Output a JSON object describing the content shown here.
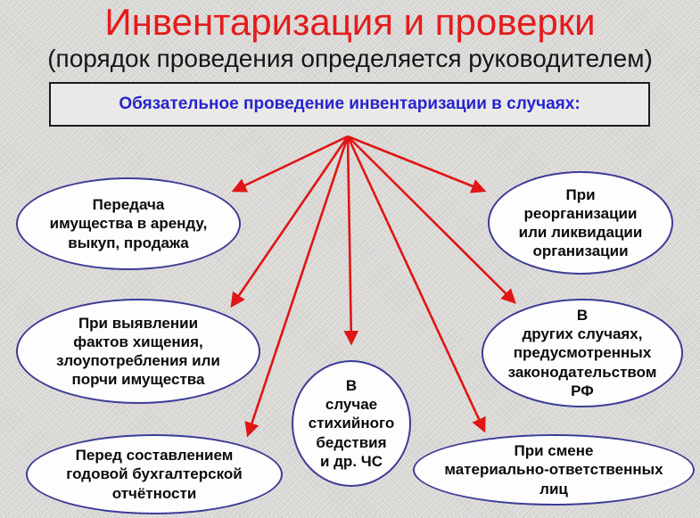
{
  "slide": {
    "title": "Инвентаризация и проверки",
    "subtitle": "(порядок проведения определяется руководителем)"
  },
  "header_box": {
    "label": "Обязательное проведение инвентаризации в случаях:"
  },
  "bubbles": {
    "transfer": "Передача\nимущества в аренду,\nвыкуп, продажа",
    "theft": "При выявлении\nфактов хищения,\nзлоупотребления или\nпорчи имущества",
    "annual_report": "Перед составлением\nгодовой бухгалтерской\nотчётности",
    "disaster": "В\nслучае\nстихийного\nбедствия\nи др. ЧС",
    "reorganization": "При\nреорганизации\nили ликвидации\nорганизации",
    "other_cases": "В\nдругих случаях,\nпредусмотренных\nзаконодательством\nРФ",
    "responsible_change": "При смене\nматериально-ответственных\nлиц"
  },
  "colors": {
    "title_red": "#e41c1c",
    "arrow_red": "#e01515",
    "box_text_blue": "#2525cc",
    "ellipse_border_blue": "#3c3c96",
    "background_gray": "#d8d6d3"
  }
}
